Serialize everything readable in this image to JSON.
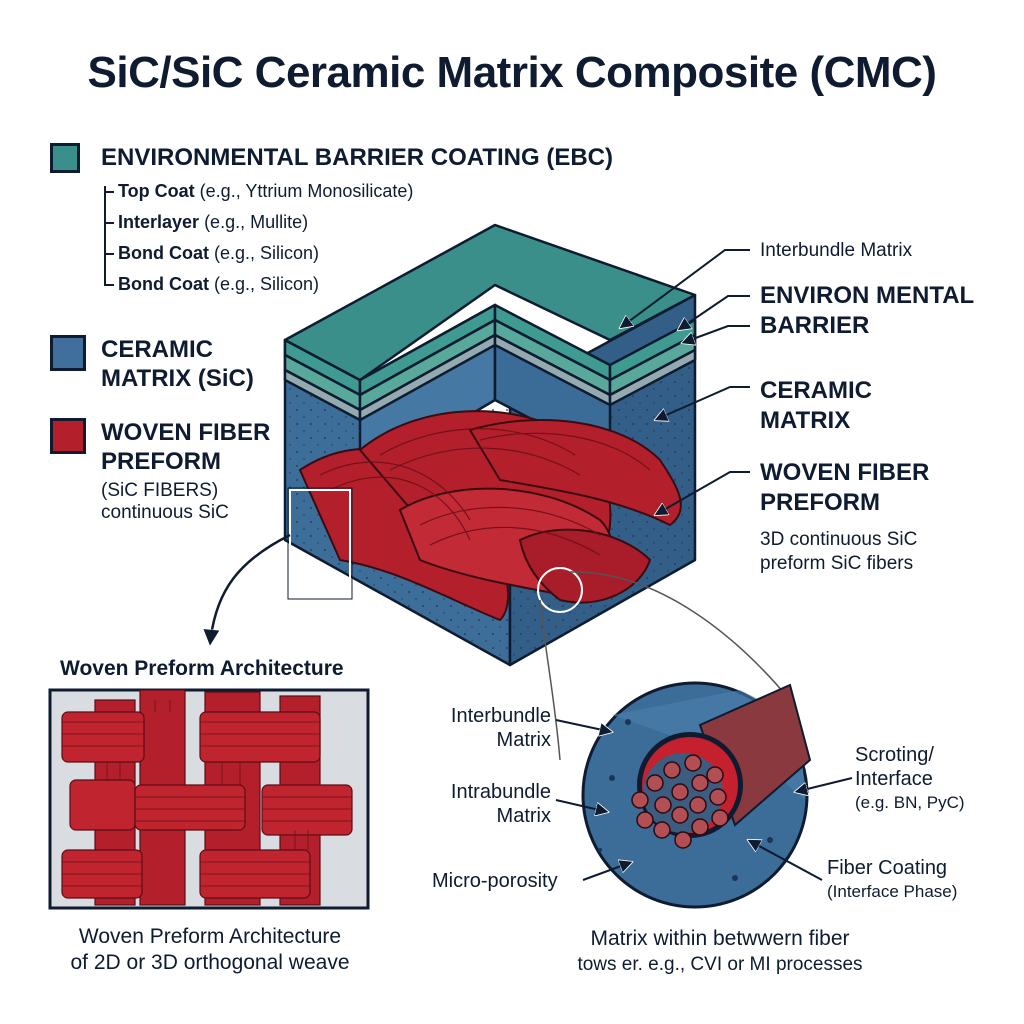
{
  "title": "SiC/SiC Ceramic Matrix Composite (CMC)",
  "colors": {
    "ebc": "#3a8f8a",
    "matrix": "#3f6f9a",
    "fiber": "#b3202c",
    "ink": "#0f1b30"
  },
  "legend": {
    "ebc": {
      "heading": "ENVIRONMENTAL BARRIER COATING (EBC)",
      "layers": [
        {
          "name": "Top Coat",
          "detail": "(e.g., Yttrium Monosilicate)"
        },
        {
          "name": "Interlayer",
          "detail": "(e.g., Mullite)"
        },
        {
          "name": "Bond Coat",
          "detail": "(e.g., Silicon)"
        },
        {
          "name": "Bond Coat",
          "detail": "(e.g., Silicon)"
        }
      ]
    },
    "matrix": {
      "line1": "CERAMIC",
      "line2": "MATRIX (SiC)"
    },
    "fiber": {
      "line1": "WOVEN FIBER",
      "line2": "PREFORM",
      "sub1": "(SiC FIBERS)",
      "sub2": "continuous SiC"
    }
  },
  "block_callouts": {
    "interbundle": "Interbundle Matrix",
    "environmental_1": "ENVIRON MENTAL",
    "environmental_2": "BARRIER",
    "ceramic_1": "CERAMIC",
    "ceramic_2": "MATRIX",
    "woven_1": "WOVEN FIBER",
    "woven_2": "PREFORM",
    "woven_sub1": "3D continuous SiC",
    "woven_sub2": "preform SiC fibers"
  },
  "preform_panel": {
    "heading": "Woven Preform Architecture",
    "caption1": "Woven Preform Architecture",
    "caption2": "of 2D or 3D orthogonal weave"
  },
  "detail_panel": {
    "interbundle_1": "Interbundle",
    "interbundle_2": "Matrix",
    "intrabundle_1": "Intrabundle",
    "intrabundle_2": "Matrix",
    "microporosity": "Micro-porosity",
    "scroting_1": "Scroting/",
    "scroting_2": "Interface",
    "scroting_3": "(e.g. BN, PyC)",
    "coating_1": "Fiber Coating",
    "coating_2": "(Interface Phase)",
    "caption1": "Matrix within betwwern fiber",
    "caption2": "tows er. e.g., CVI or MI processes"
  }
}
